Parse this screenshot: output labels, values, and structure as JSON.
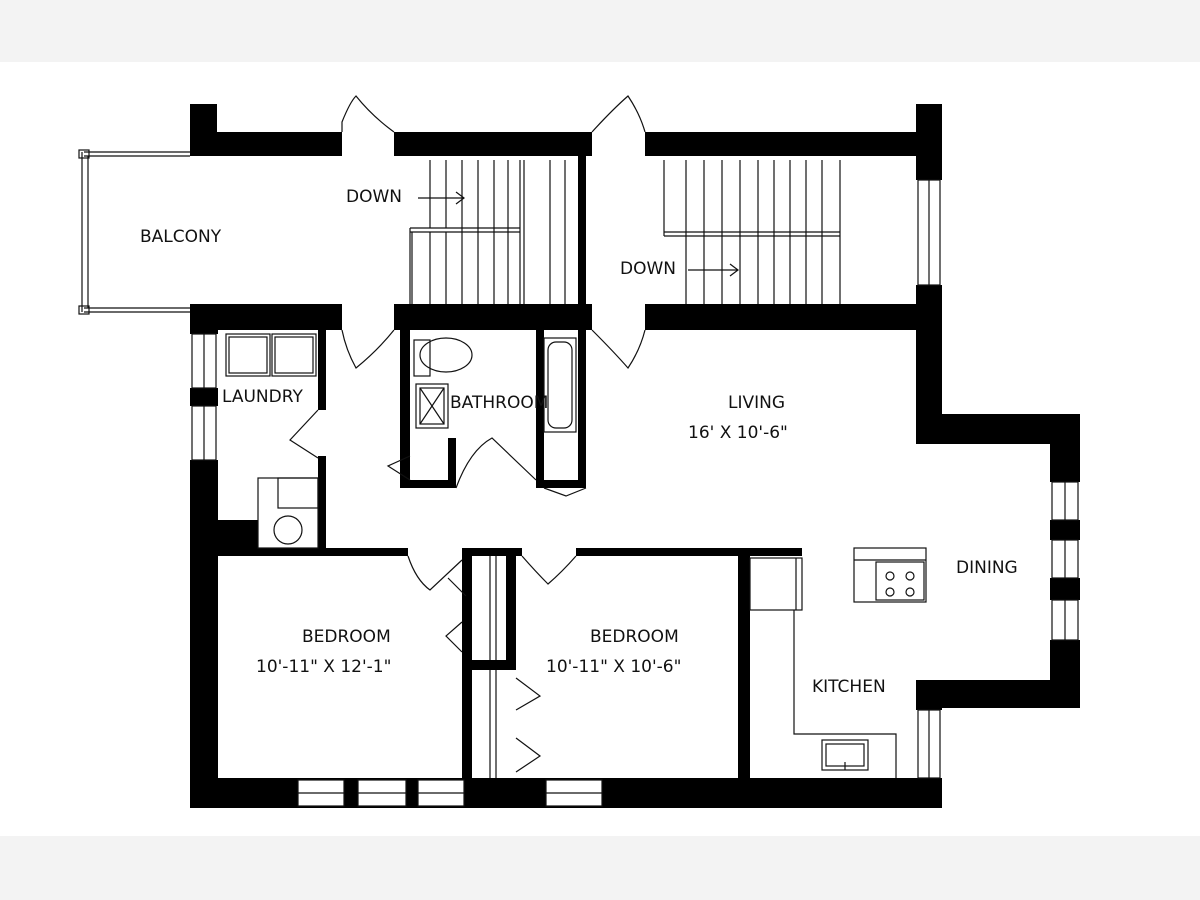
{
  "plan": {
    "rooms": {
      "balcony": "BALCONY",
      "laundry": "LAUNDRY",
      "bathroom": "BATHROOM",
      "living": "LIVING",
      "living_dims": "16' X 10'-6\"",
      "dining": "DINING",
      "kitchen": "KITCHEN",
      "bedroom1": "BEDROOM",
      "bedroom1_dims": "10'-11\" X 12'-1\"",
      "bedroom2": "BEDROOM",
      "bedroom2_dims": "10'-11\" X 10'-6\""
    },
    "stairs": {
      "down1": "DOWN",
      "down2": "DOWN"
    }
  }
}
